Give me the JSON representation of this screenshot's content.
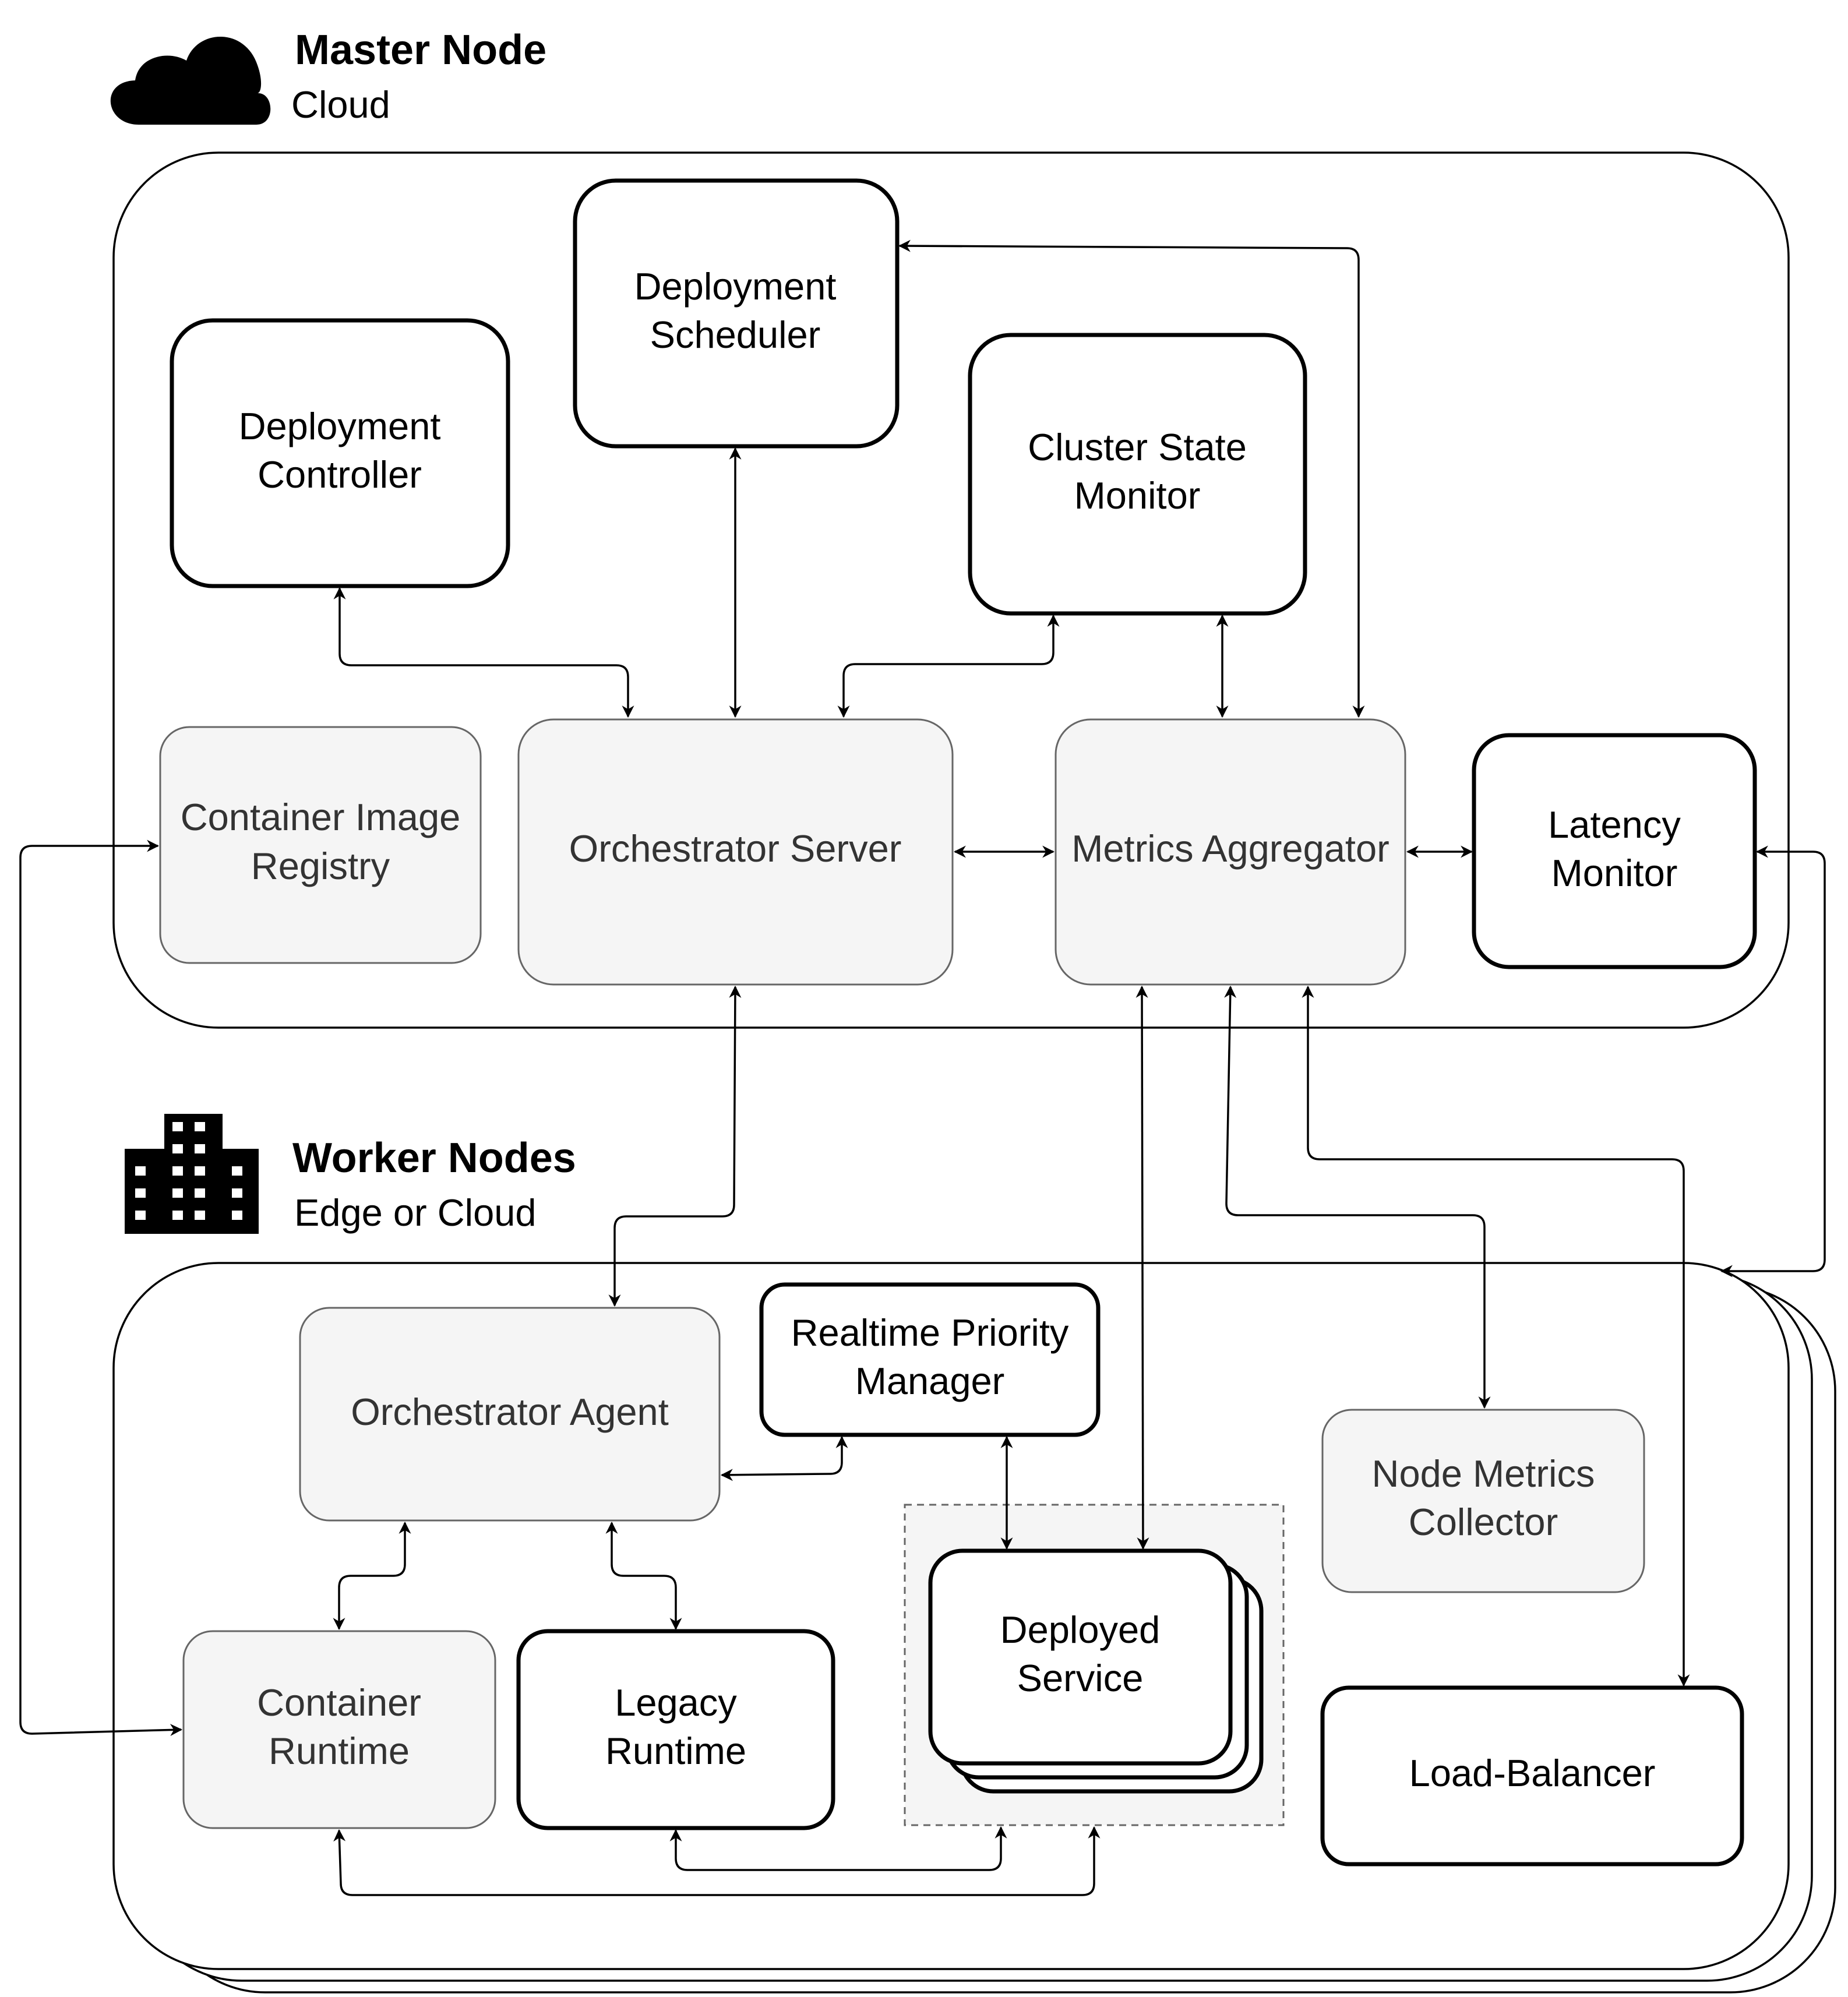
{
  "master": {
    "title": "Master Node",
    "subtitle": "Cloud",
    "icon": "cloud-icon"
  },
  "worker": {
    "title": "Worker Nodes",
    "subtitle": "Edge or Cloud",
    "icon": "building-icon"
  },
  "nodes": {
    "deployment_scheduler": [
      "Deployment",
      "Scheduler"
    ],
    "deployment_controller": [
      "Deployment",
      "Controller"
    ],
    "cluster_state_monitor": [
      "Cluster State",
      "Monitor"
    ],
    "container_image_registry": [
      "Container Image",
      "Registry"
    ],
    "orchestrator_server": [
      "Orchestrator Server"
    ],
    "metrics_aggregator": [
      "Metrics Aggregator"
    ],
    "latency_monitor": [
      "Latency",
      "Monitor"
    ],
    "orchestrator_agent": [
      "Orchestrator Agent"
    ],
    "realtime_priority_manager": [
      "Realtime Priority",
      "Manager"
    ],
    "node_metrics_collector": [
      "Node Metrics",
      "Collector"
    ],
    "container_runtime": [
      "Container",
      "Runtime"
    ],
    "legacy_runtime": [
      "Legacy",
      "Runtime"
    ],
    "deployed_service": [
      "Deployed",
      "Service"
    ],
    "load_balancer": [
      "Load-Balancer"
    ]
  },
  "colors": {
    "line": "#000000",
    "muted_fill": "#f5f5f5",
    "muted_stroke": "#666666",
    "muted_text": "#333333",
    "dashed_group_fill": "#f5f5f5"
  }
}
